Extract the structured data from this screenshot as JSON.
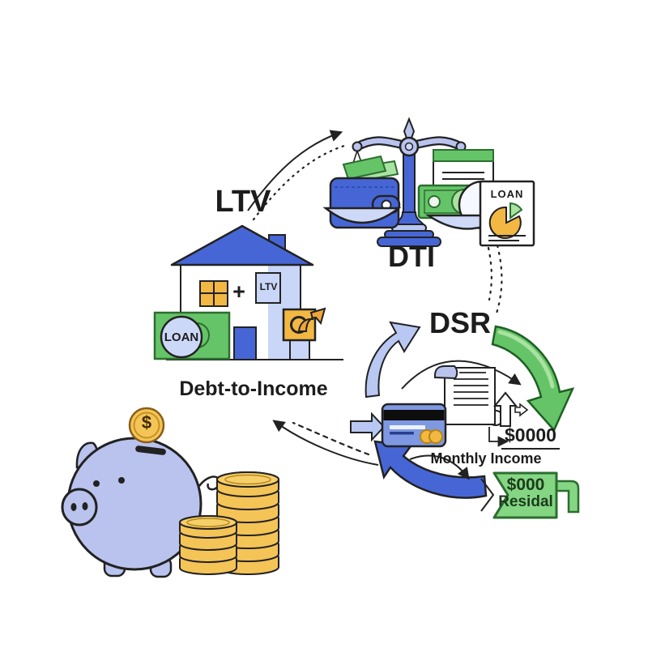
{
  "headings": {
    "ltv": "LTV",
    "dti": "DTI",
    "dsr": "DSR",
    "debt_to_income": "Debt-to-Income"
  },
  "dsr_panel": {
    "monthly_amount": "$0000",
    "monthly_income_label": "Monthly Income",
    "residual_amount": "$000",
    "residual_label": "Residal"
  },
  "house": {
    "loan_banner": "LOAN",
    "ltv_box": "LTV",
    "plus_sign": "+"
  },
  "scale": {
    "loan_document": "LOAN"
  },
  "piggy": {
    "coin_symbol": "$"
  },
  "icons": [
    "balance-scale-icon",
    "wallet-icon",
    "money-bill-icon",
    "loan-document-icon",
    "pie-chart-icon",
    "house-icon",
    "window-icon",
    "door-icon",
    "growth-arrow-icon",
    "piggy-bank-icon",
    "coin-icon",
    "coin-stack-icon",
    "credit-card-icon",
    "scroll-icon",
    "cycle-arrow-icon",
    "residual-tag-icon"
  ],
  "colors": {
    "blue": "#4766d6",
    "light_blue": "#b9c8f3",
    "pale_blue": "#cdd9f6",
    "periwinkle": "#b9c3ee",
    "wall_blue": "#c9d6f8",
    "green": "#66c468",
    "light_green": "#a9e2a1",
    "banner_green": "#84d683",
    "dark_green": "#2c6e2f",
    "gold": "#f2b843",
    "coin_gold": "#f5c457",
    "card_blue": "#7e98e2",
    "outline": "#222222",
    "ink": "#1c1c1c"
  }
}
